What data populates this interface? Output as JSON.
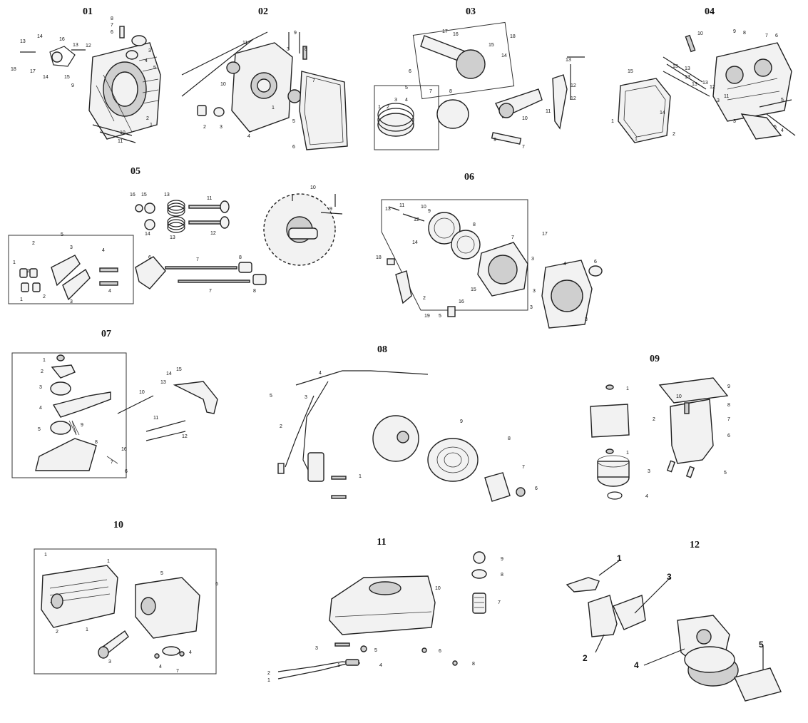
{
  "panels": [
    {
      "id": "01",
      "title": "01",
      "callouts": [
        "13",
        "14",
        "16",
        "13",
        "12",
        "18",
        "17",
        "14",
        "15",
        "8",
        "7",
        "6",
        "3",
        "4",
        "5",
        "9",
        "2",
        "1",
        "10",
        "11"
      ]
    },
    {
      "id": "02",
      "title": "02",
      "callouts": [
        "11",
        "9",
        "3",
        "8",
        "7",
        "10",
        "1",
        "4",
        "5",
        "2",
        "3",
        "6"
      ]
    },
    {
      "id": "03",
      "title": "03",
      "callouts": [
        "17",
        "16",
        "18",
        "15",
        "14",
        "6",
        "5",
        "7",
        "8",
        "4",
        "3",
        "2",
        "1",
        "10",
        "9",
        "7",
        "13",
        "12",
        "12",
        "11"
      ]
    },
    {
      "id": "04",
      "title": "04",
      "callouts": [
        "10",
        "9",
        "8",
        "7",
        "6",
        "15",
        "13",
        "13",
        "13",
        "13",
        "13",
        "14",
        "12",
        "11",
        "3",
        "1",
        "1",
        "2",
        "3",
        "5",
        "5",
        "4"
      ]
    },
    {
      "id": "05",
      "title": "05",
      "callouts": [
        "16",
        "15",
        "13",
        "11",
        "10",
        "9",
        "14",
        "13",
        "12",
        "5",
        "2",
        "3",
        "4",
        "1",
        "2",
        "1",
        "2",
        "3",
        "4",
        "6",
        "7",
        "7",
        "8",
        "8"
      ]
    },
    {
      "id": "06",
      "title": "06",
      "callouts": [
        "13",
        "11",
        "10",
        "9",
        "12",
        "8",
        "7",
        "17",
        "14",
        "18",
        "16",
        "15",
        "3",
        "3",
        "4",
        "6",
        "2",
        "3",
        "19",
        "5",
        "3"
      ]
    },
    {
      "id": "07",
      "title": "07",
      "callouts": [
        "1",
        "2",
        "3",
        "4",
        "5",
        "9",
        "8",
        "14",
        "15",
        "13",
        "10",
        "11",
        "12",
        "16",
        "7",
        "6"
      ]
    },
    {
      "id": "08",
      "title": "08",
      "callouts": [
        "4",
        "5",
        "3",
        "2",
        "9",
        "8",
        "7",
        "6",
        "1"
      ]
    },
    {
      "id": "09",
      "title": "09",
      "callouts": [
        "1",
        "2",
        "1",
        "3",
        "4",
        "9",
        "10",
        "8",
        "7",
        "6",
        "5"
      ]
    },
    {
      "id": "10",
      "title": "10",
      "callouts": [
        "1",
        "1",
        "5",
        "6",
        "2",
        "1",
        "3",
        "4",
        "4",
        "7"
      ]
    },
    {
      "id": "11",
      "title": "11",
      "callouts": [
        "9",
        "8",
        "10",
        "7",
        "3",
        "5",
        "6",
        "2",
        "1",
        "1",
        "4",
        "8"
      ]
    },
    {
      "id": "12",
      "title": "12",
      "callouts": [
        "1",
        "3",
        "2",
        "4",
        "5"
      ]
    }
  ]
}
